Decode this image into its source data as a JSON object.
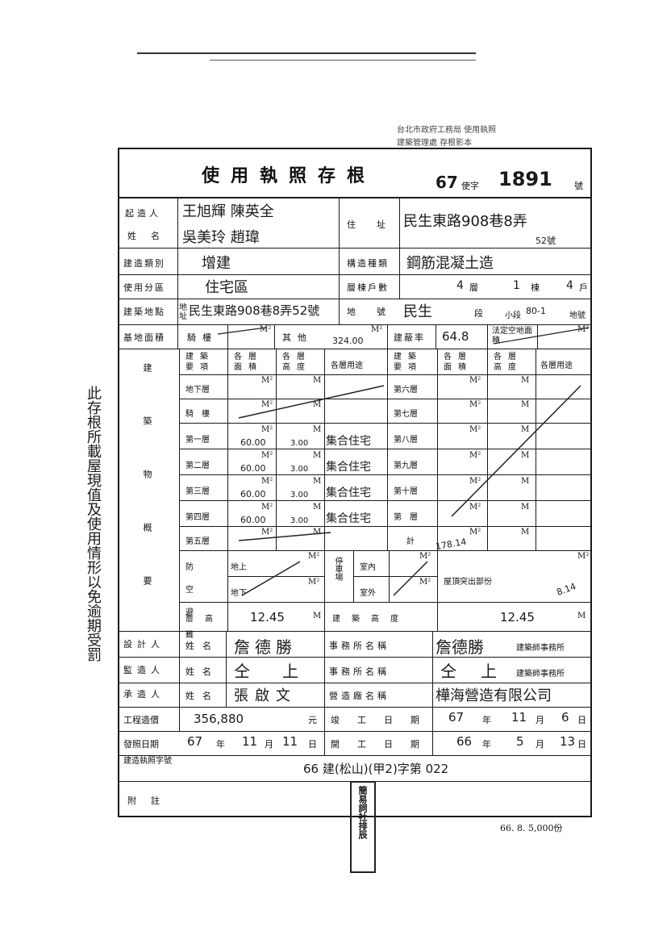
{
  "header": {
    "title": "使用執照存根",
    "license_year": "67",
    "license_prefix": "使字",
    "license_number": "1891",
    "license_suffix": "號"
  },
  "top_stamp": {
    "line1": "台北市政府工務局 使用執照",
    "line2": "建築管理處 存根影本"
  },
  "owner": {
    "label_top": "起造人",
    "label_bottom": "姓名",
    "names_line1": "王旭輝 陳英全",
    "names_line2": "吳美玲 趙瑋",
    "address_label": "住址",
    "address": "民生東路908巷8弄",
    "address_extra": "52號"
  },
  "rows": {
    "category_label": "建造類別",
    "category_value": "增建",
    "structure_label": "構造種類",
    "structure_value": "鋼筋混凝土造",
    "zone_label": "使用分區",
    "zone_value": "住宅區",
    "floors_label": "層棟戶數",
    "floors": "4",
    "floors_unit": "層",
    "buildings": "1",
    "buildings_unit": "棟",
    "households": "4",
    "households_unit": "戶",
    "site_label": "建築地點",
    "site_small": "地址",
    "site_value": "民生東路908巷8弄52號",
    "lot_label": "地號",
    "lot_section": "民生",
    "lot_section_unit": "段",
    "lot_subsection": "小段",
    "lot_number": "80-1",
    "lot_suffix": "地號"
  },
  "area_row": {
    "label": "基地面積",
    "arcade_label": "騎樓",
    "other_label": "其他",
    "other_value": "324.00",
    "unit": "M²",
    "coverage_label": "建蔽率",
    "coverage_value": "64.8",
    "legal_label": "法定空地面積"
  },
  "building": {
    "side_label": "建築物概要",
    "headers_left": [
      "建築要項",
      "各層面積",
      "各層高度",
      "各層用途"
    ],
    "headers_right": [
      "建築要項",
      "各層面積",
      "各層高度",
      "各層用途"
    ],
    "unit": "M²",
    "unit_m": "M",
    "left_rows": [
      {
        "name": "地下層",
        "area": "",
        "height": "",
        "use": ""
      },
      {
        "name": "騎樓",
        "area": "",
        "height": "",
        "use": ""
      },
      {
        "name": "第一層",
        "area": "60.00",
        "height": "3.00",
        "use": "集合住宅"
      },
      {
        "name": "第二層",
        "area": "60.00",
        "height": "3.00",
        "use": "集合住宅"
      },
      {
        "name": "第三層",
        "area": "60.00",
        "height": "3.00",
        "use": "集合住宅"
      },
      {
        "name": "第四層",
        "area": "60.00",
        "height": "3.00",
        "use": "集合住宅"
      },
      {
        "name": "第五層",
        "area": "",
        "height": "",
        "use": ""
      }
    ],
    "right_rows": [
      "第六層",
      "第七層",
      "第八層",
      "第九層",
      "第十層",
      "第　層",
      "計"
    ],
    "total": "178.14",
    "shelter_label": "防空避難",
    "shelter_above": "地上",
    "shelter_below": "地下",
    "parking_label": "停車場",
    "parking_in": "室內",
    "parking_out": "室外",
    "roof_label": "屋頂突出部份",
    "roof_value": "8.14",
    "eave_label": "簷高",
    "eave_value": "12.45",
    "height_label": "建築高度",
    "height_value": "12.45"
  },
  "designer": {
    "label": "設計人",
    "name_label": "姓名",
    "name": "詹德勝",
    "office_label": "事務所名稱",
    "office": "詹德勝",
    "suffix": "建築師事務所"
  },
  "supervisor": {
    "label": "監造人",
    "name_label": "姓名",
    "name": "仝上",
    "office_label": "事務所名稱",
    "office": "仝上",
    "suffix": "建築師事務所"
  },
  "contractor": {
    "label": "承造人",
    "name_label": "姓名",
    "name": "張啟文",
    "company_label": "營造廠名稱",
    "company": "樺海營造有限公司"
  },
  "cost": {
    "label": "工程造價",
    "value": "356,880",
    "unit": "元",
    "completion_label": "竣工日期",
    "completion_year": "67",
    "completion_month": "11",
    "completion_day": "6",
    "y": "年",
    "m": "月",
    "d": "日"
  },
  "issue": {
    "label": "發照日期",
    "year": "67",
    "month": "11",
    "day": "11",
    "start_label": "開工日期",
    "start_year": "66",
    "start_month": "5",
    "start_day": "13"
  },
  "permit": {
    "label": "建造執照字號",
    "value": "66 建(松山)(甲2)字第 022"
  },
  "remarks": {
    "label": "附註"
  },
  "footer": {
    "print_note": "66. 8. 5,000份",
    "chop": "簡易詞社排辰"
  },
  "side_note": {
    "text": "此存根所載屋現值及使用情形以免逾期受罰"
  }
}
